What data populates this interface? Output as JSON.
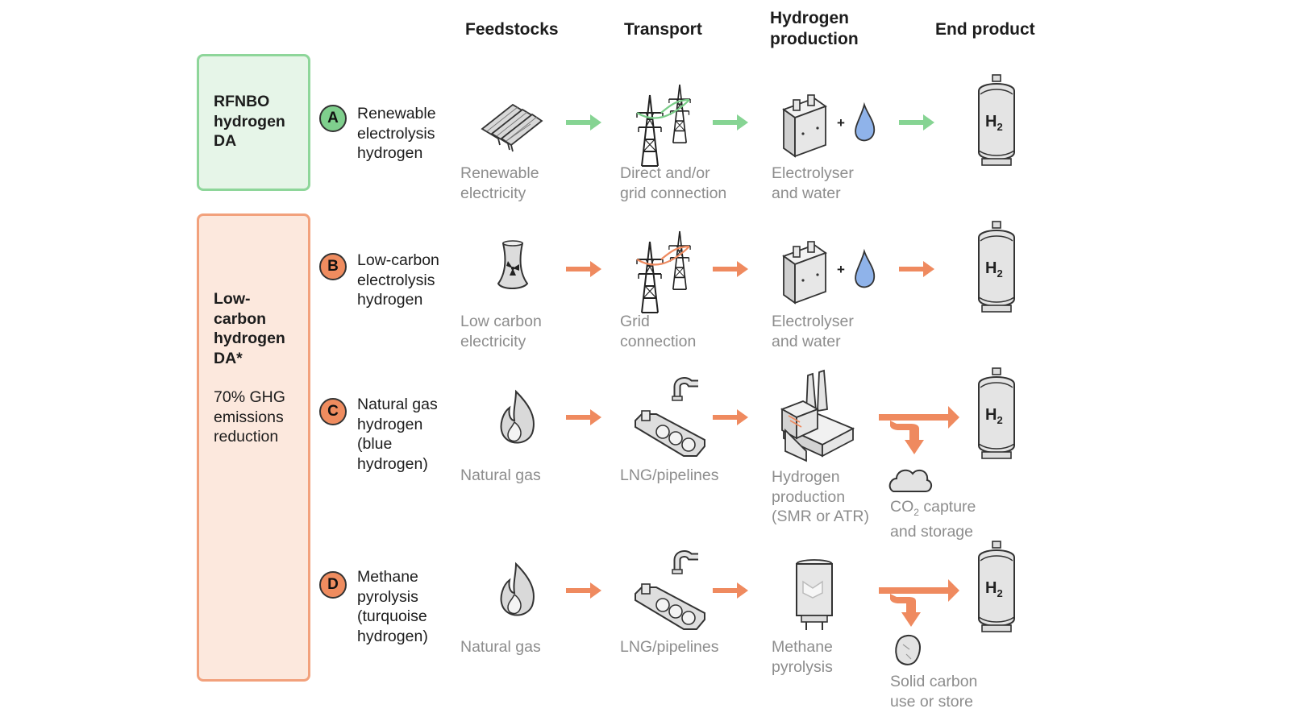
{
  "columns": {
    "feedstocks": "Feedstocks",
    "transport": "Transport",
    "hydrogen_production": "Hydrogen\nproduction",
    "end_product": "End product"
  },
  "groups": {
    "rfnbo": "RFNBO\nhydrogen\nDA",
    "lowcarbon_title": "Low-\ncarbon\nhydrogen\nDA*",
    "lowcarbon_note": "70% GHG\nemissions\nreduction"
  },
  "rows": [
    {
      "badge": "A",
      "label": "Renewable\nelectrolysis\nhydrogen",
      "feedstock": "Renewable\nelectricity",
      "transport": "Direct and/or\ngrid connection",
      "production": "Electrolyser\nand water",
      "product": "H",
      "product_sub": "2"
    },
    {
      "badge": "B",
      "label": "Low-carbon\nelectrolysis\nhydrogen",
      "feedstock": "Low carbon\nelectricity",
      "transport": "Grid\nconnection",
      "production": "Electrolyser\nand water",
      "product": "H",
      "product_sub": "2"
    },
    {
      "badge": "C",
      "label": "Natural gas\nhydrogen\n(blue\nhydrogen)",
      "feedstock": "Natural gas",
      "transport": "LNG/pipelines",
      "production": "Hydrogen\nproduction\n(SMR or ATR)",
      "product": "H",
      "product_sub": "2",
      "byproduct_pre": "CO",
      "byproduct_sub": "2",
      "byproduct_post": " capture\nand storage"
    },
    {
      "badge": "D",
      "label": "Methane\npyrolysis\n(turquoise\nhydrogen)",
      "feedstock": "Natural gas",
      "transport": "LNG/pipelines",
      "production": "Methane\npyrolysis",
      "product": "H",
      "product_sub": "2",
      "byproduct": "Solid carbon\nuse or store"
    }
  ],
  "plus_sign": "+",
  "colors": {
    "green_arrow": "#86d493",
    "orange_arrow": "#ef8a5f",
    "green_box_bg": "#e6f5e8",
    "orange_box_bg": "#fce8dd",
    "caption_gray": "#8d8d8d",
    "water_drop": "#8fb3ea"
  },
  "icons": [
    "solar-panel-icon",
    "pylon-icon",
    "electrolyser-icon",
    "water-drop-icon",
    "hydrogen-tank-icon",
    "nuclear-cooling-tower-icon",
    "flame-icon",
    "lng-ship-pipeline-icon",
    "factory-icon",
    "pyrolysis-reactor-icon",
    "cloud-icon",
    "carbon-rock-icon"
  ]
}
